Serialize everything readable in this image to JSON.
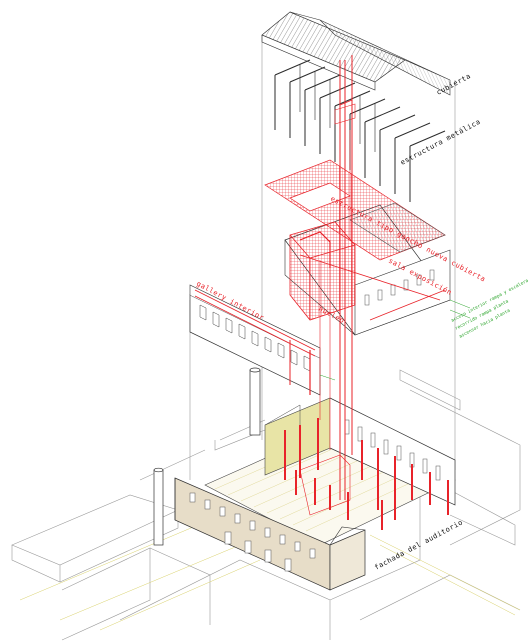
{
  "labels": {
    "cubierta": "cubierta",
    "estructura_metalica": "estructura metálica",
    "cubierta_nueva": "estructura tipo gancho nueva cubierta",
    "nucleo": "nucleo",
    "sala_exposicion": "sala exposición",
    "gallery_interior": "gallery interior",
    "fachada": "fachada del auditorio",
    "green_notes": [
      "acceso interior rampa y escalera",
      "recorrido rampa planta",
      "ascensor hacia planta"
    ]
  },
  "colors": {
    "line": "#2b2b2b",
    "thin": "#8c8c8c",
    "accent": "#e8232a",
    "green": "#2ca52c",
    "yellow": "#e8e4a6",
    "beige": "#e7ddc8",
    "ground_yellow": "#d8d06a"
  }
}
